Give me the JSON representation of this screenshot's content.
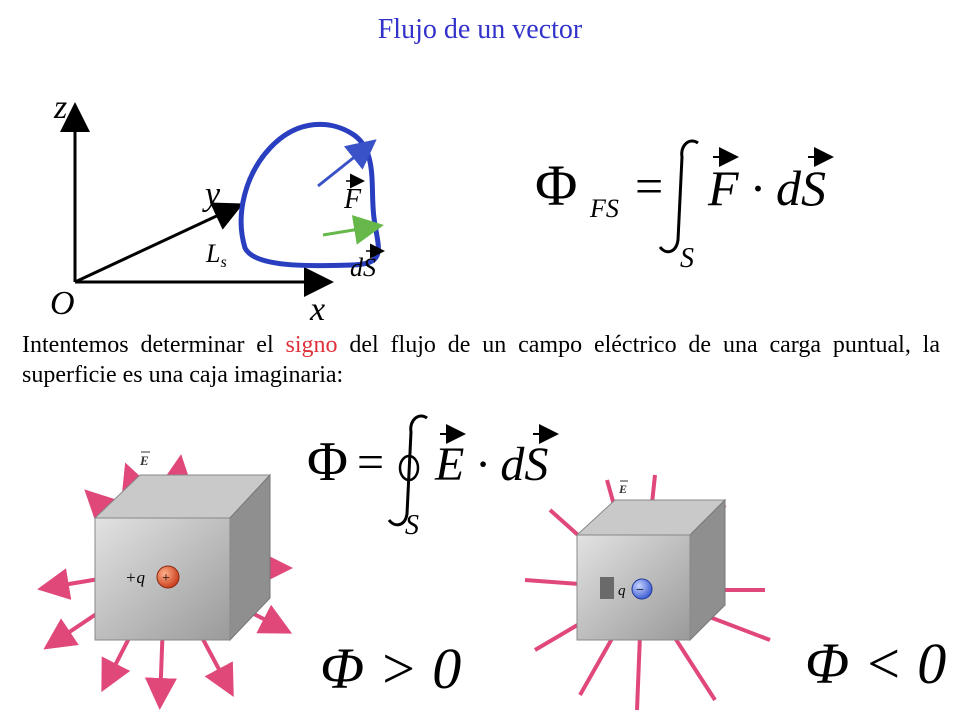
{
  "title": "Flujo de un vector",
  "diagram": {
    "axis_z": "z",
    "axis_y": "y",
    "axis_x": "x",
    "origin": "O",
    "curve": "L",
    "curve_sub": "s",
    "vec_F": "F",
    "vec_dS": "dS",
    "colors": {
      "curve": "#2a3ec0",
      "F": "#3a52c8",
      "dS": "#66b84a"
    }
  },
  "formula1": {
    "phi": "Φ",
    "sub": "FS",
    "eq": "=",
    "integrand": "F · dS",
    "limit": "S"
  },
  "paragraph": {
    "before": "Intentemos determinar el ",
    "highlight": "signo",
    "after": " del flujo de un campo eléctrico de una carga puntual, la superficie es una caja imaginaria:"
  },
  "formula2": {
    "phi": "Φ",
    "eq": "=",
    "integrand": "E · dS",
    "limit": "S"
  },
  "left_figure": {
    "field_label": "E",
    "charge_label": "+q",
    "charge_symbol": "+",
    "result": "Φ > 0"
  },
  "right_figure": {
    "field_label": "E",
    "charge_label": "q",
    "charge_symbol": "−",
    "result": "Φ < 0"
  },
  "colors": {
    "title": "#3333cc",
    "highlight": "#e0303a",
    "arrows": "#e0487a"
  }
}
